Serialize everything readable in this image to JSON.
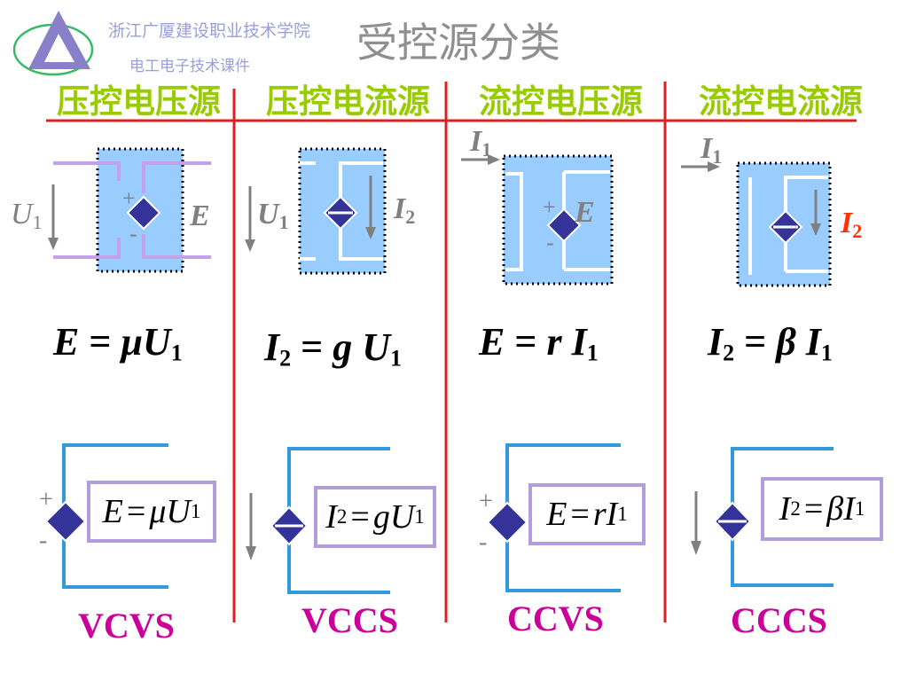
{
  "header": {
    "school": "浙江广厦建设职业技术学院",
    "course": "电工电子技术课件",
    "title": "受控源分类"
  },
  "columns": [
    {
      "category": "压控电压源",
      "formula": {
        "lhs": "E",
        "coef": "μ",
        "var": "U",
        "sub": "1"
      },
      "control_label": {
        "main": "U",
        "sub": "1"
      },
      "output_label": "E",
      "box": {
        "lhs": "E",
        "coef": "μ",
        "var": "U",
        "sub": "1"
      },
      "abbr": "VCVS"
    },
    {
      "category": "压控电流源",
      "formula": {
        "lhs": "I",
        "lhs_sub": "2",
        "coef": "g",
        "var": "U",
        "sub": "1"
      },
      "control_label": {
        "main": "U",
        "sub": "1"
      },
      "output_label": {
        "main": "I",
        "sub": "2"
      },
      "box": {
        "lhs": "I",
        "lhs_sub": "2",
        "coef": "g",
        "var": "U",
        "sub": "1"
      },
      "abbr": "VCCS"
    },
    {
      "category": "流控电压源",
      "formula": {
        "lhs": "E",
        "coef": "r",
        "var": "I",
        "sub": "1"
      },
      "control_label": {
        "main": "I",
        "sub": "1"
      },
      "output_label": "E",
      "box": {
        "lhs": "E",
        "coef": "r",
        "var": "I",
        "sub": "1"
      },
      "abbr": "CCVS"
    },
    {
      "category": "流控电流源",
      "formula": {
        "lhs": "I",
        "lhs_sub": "2",
        "coef": "β",
        "var": "I",
        "sub": "1"
      },
      "control_label": {
        "main": "I",
        "sub": "1"
      },
      "output_label": {
        "main": "I",
        "sub": "2"
      },
      "box": {
        "lhs": "I",
        "lhs_sub": "2",
        "coef": "β",
        "var": "I",
        "sub": "1"
      },
      "abbr": "CCCS"
    }
  ],
  "symbols": {
    "plus": "+",
    "minus": "-",
    "equals": "="
  },
  "colors": {
    "category": "#99cc00",
    "abbr": "#cc0099",
    "divider": "#e02020",
    "source_fill": "#333399",
    "block_fill": "#99ccff",
    "wire_blue": "#3399dd",
    "wire_lilac": "#c3a0e8",
    "box_border": "#b39ddb",
    "arrow_gray": "#808080",
    "accent_red": "#ff3300"
  }
}
